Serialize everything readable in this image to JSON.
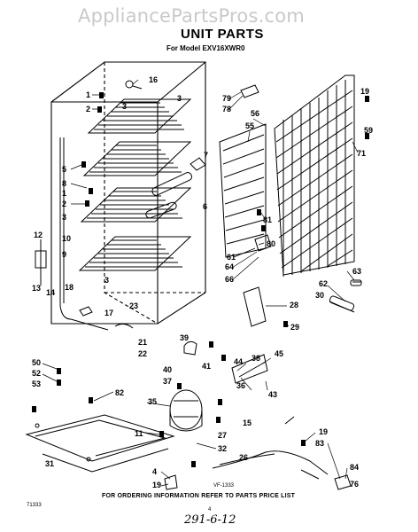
{
  "watermark": "AppliancePartsPros.com",
  "title": "UNIT PARTS",
  "subtitle": "For Model EXV16XWR0",
  "figure_code": "VF-1333",
  "footer_note": "FOR ORDERING INFORMATION REFER TO PARTS PRICE LIST",
  "corner_code": "71333",
  "page_number": "4",
  "handwritten_note": "291-6-12",
  "callouts": [
    "1",
    "2",
    "3",
    "3",
    "16",
    "5",
    "8",
    "1",
    "2",
    "7",
    "6",
    "3",
    "12",
    "10",
    "9",
    "13",
    "14",
    "3",
    "18",
    "17",
    "23",
    "21",
    "22",
    "39",
    "44",
    "40",
    "41",
    "37",
    "50",
    "52",
    "53",
    "82",
    "35",
    "11",
    "32",
    "31",
    "4",
    "19",
    "79",
    "78",
    "56",
    "55",
    "19",
    "59",
    "71",
    "81",
    "61",
    "64",
    "66",
    "80",
    "63",
    "62",
    "30",
    "28",
    "29",
    "38",
    "45",
    "36",
    "43",
    "27",
    "15",
    "26",
    "19",
    "83",
    "84",
    "76"
  ]
}
